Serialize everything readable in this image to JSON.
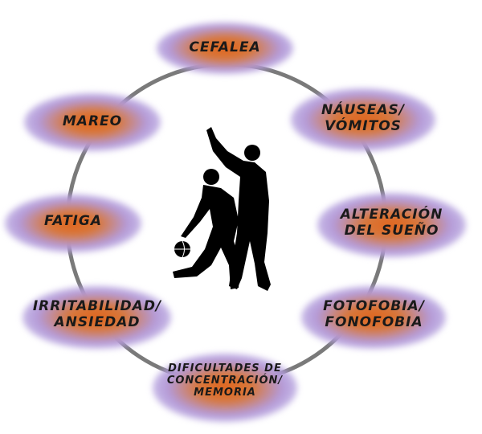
{
  "symptoms": [
    {
      "lines": [
        "CEFALEA"
      ]
    },
    {
      "lines": [
        "NÁUSEAS/",
        "VÓMITOS"
      ]
    },
    {
      "lines": [
        "ALTERACIÓN",
        "DEL SUEÑO"
      ]
    },
    {
      "lines": [
        "FOTOFOBIA/",
        "FONOFOBIA"
      ]
    },
    {
      "lines": [
        "DIFICULTADES DE",
        "CONCENTRACIÓN/",
        "MEMORIA"
      ]
    },
    {
      "lines": [
        "IRRITABILIDAD/",
        "ANSIEDAD"
      ]
    },
    {
      "lines": [
        "FATIGA"
      ]
    },
    {
      "lines": [
        "MAREO"
      ]
    }
  ],
  "central_image": "basketball-players-silhouette",
  "colors": {
    "ring": "#7a7a7a",
    "blob_purple": "#a99ce0",
    "blob_orange": "#e0651e",
    "text": "#1a1a1a",
    "silhouette": "#000000"
  }
}
